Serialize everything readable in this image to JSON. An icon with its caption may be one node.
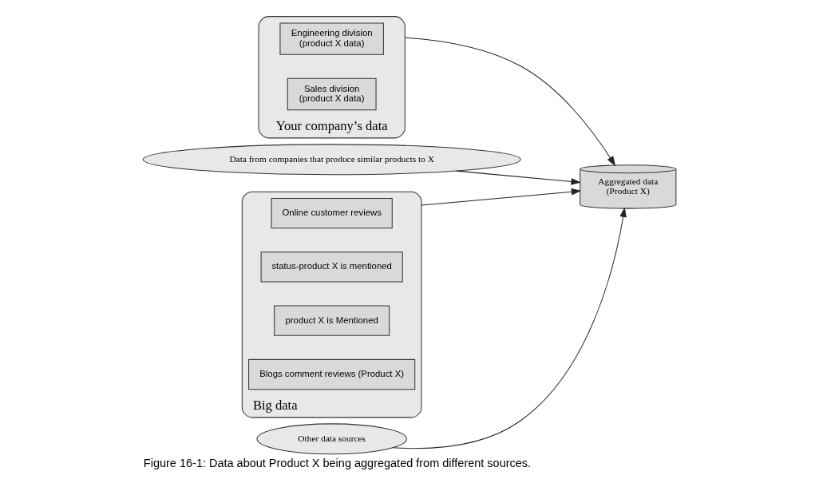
{
  "diagram": {
    "caption": "Figure 16-1: Data about Product X being aggregated from different sources.",
    "nodes": [
      {
        "text": [
          "Your company’s data"
        ]
      },
      {
        "text": [
          "Engineering division",
          "(product X data)"
        ],
        "in": 0
      },
      {
        "text": [
          "Sales division",
          "(product X data)"
        ],
        "in": 0
      },
      {
        "text": [
          "Data from companies that produce similar products to X"
        ]
      },
      {
        "text": [
          "Aggregated data",
          "(Product X)"
        ]
      },
      {
        "text": [
          "Big data"
        ]
      },
      {
        "text": [
          "Online customer reviews"
        ],
        "in": 5
      },
      {
        "text": [
          "status-product X is mentioned"
        ],
        "in": 5
      },
      {
        "text": [
          "product X is Mentioned"
        ],
        "in": 5
      },
      {
        "text": [
          "Blogs comment reviews (Product X)"
        ],
        "in": 5
      },
      {
        "text": [
          "Other data sources"
        ]
      }
    ],
    "edges": [
      {
        "from": 0,
        "to": 4,
        "arrow": "to"
      },
      {
        "from": 3,
        "to": 4,
        "arrow": "to"
      },
      {
        "from": 5,
        "to": 4,
        "arrow": "to"
      },
      {
        "from": 10,
        "to": 4,
        "arrow": "to"
      }
    ]
  }
}
